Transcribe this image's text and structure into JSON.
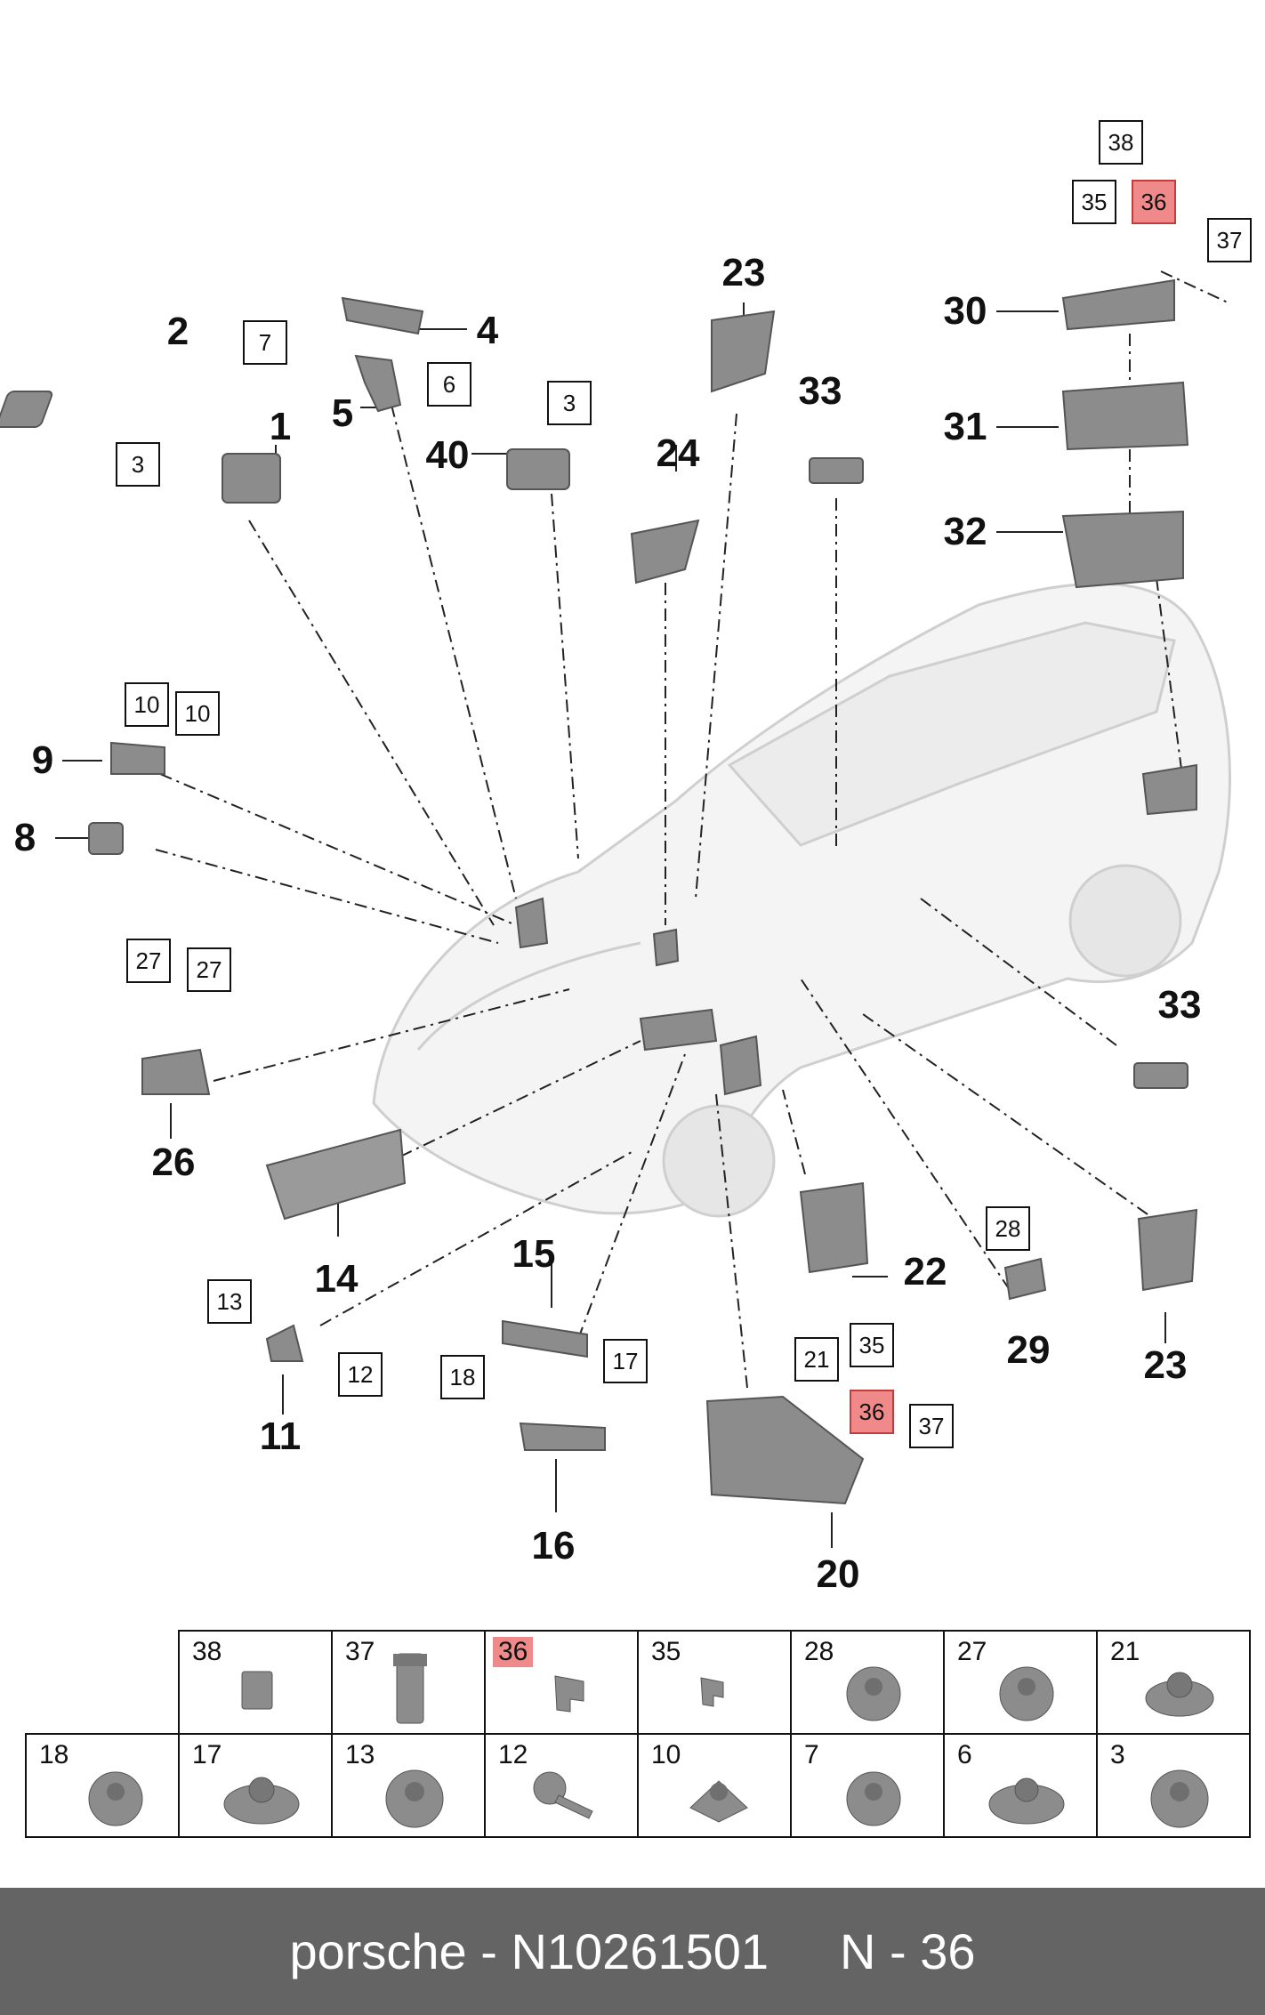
{
  "callouts": [
    "1",
    "2",
    "4",
    "5",
    "8",
    "9",
    "11",
    "14",
    "15",
    "16",
    "20",
    "22",
    "23",
    "23",
    "24",
    "26",
    "29",
    "30",
    "31",
    "32",
    "33",
    "33",
    "40"
  ],
  "boxes": [
    "38",
    "35",
    "36",
    "37",
    "7",
    "6",
    "3",
    "3",
    "10",
    "10",
    "27",
    "27",
    "13",
    "12",
    "18",
    "17",
    "21",
    "35",
    "36",
    "37",
    "28"
  ],
  "highlight_color": "#f08a8a",
  "legend": {
    "row1": [
      "38",
      "37",
      "36",
      "35",
      "28",
      "27",
      "21"
    ],
    "row2": [
      "18",
      "17",
      "13",
      "12",
      "10",
      "7",
      "6",
      "3"
    ],
    "highlighted": "36"
  },
  "footer": {
    "brand": "porsche - N10261501",
    "part": "N - 36"
  },
  "colors": {
    "part_gray": "#8c8c8c",
    "car_outline": "#d0d0d0",
    "footer_bg": "#646464"
  }
}
